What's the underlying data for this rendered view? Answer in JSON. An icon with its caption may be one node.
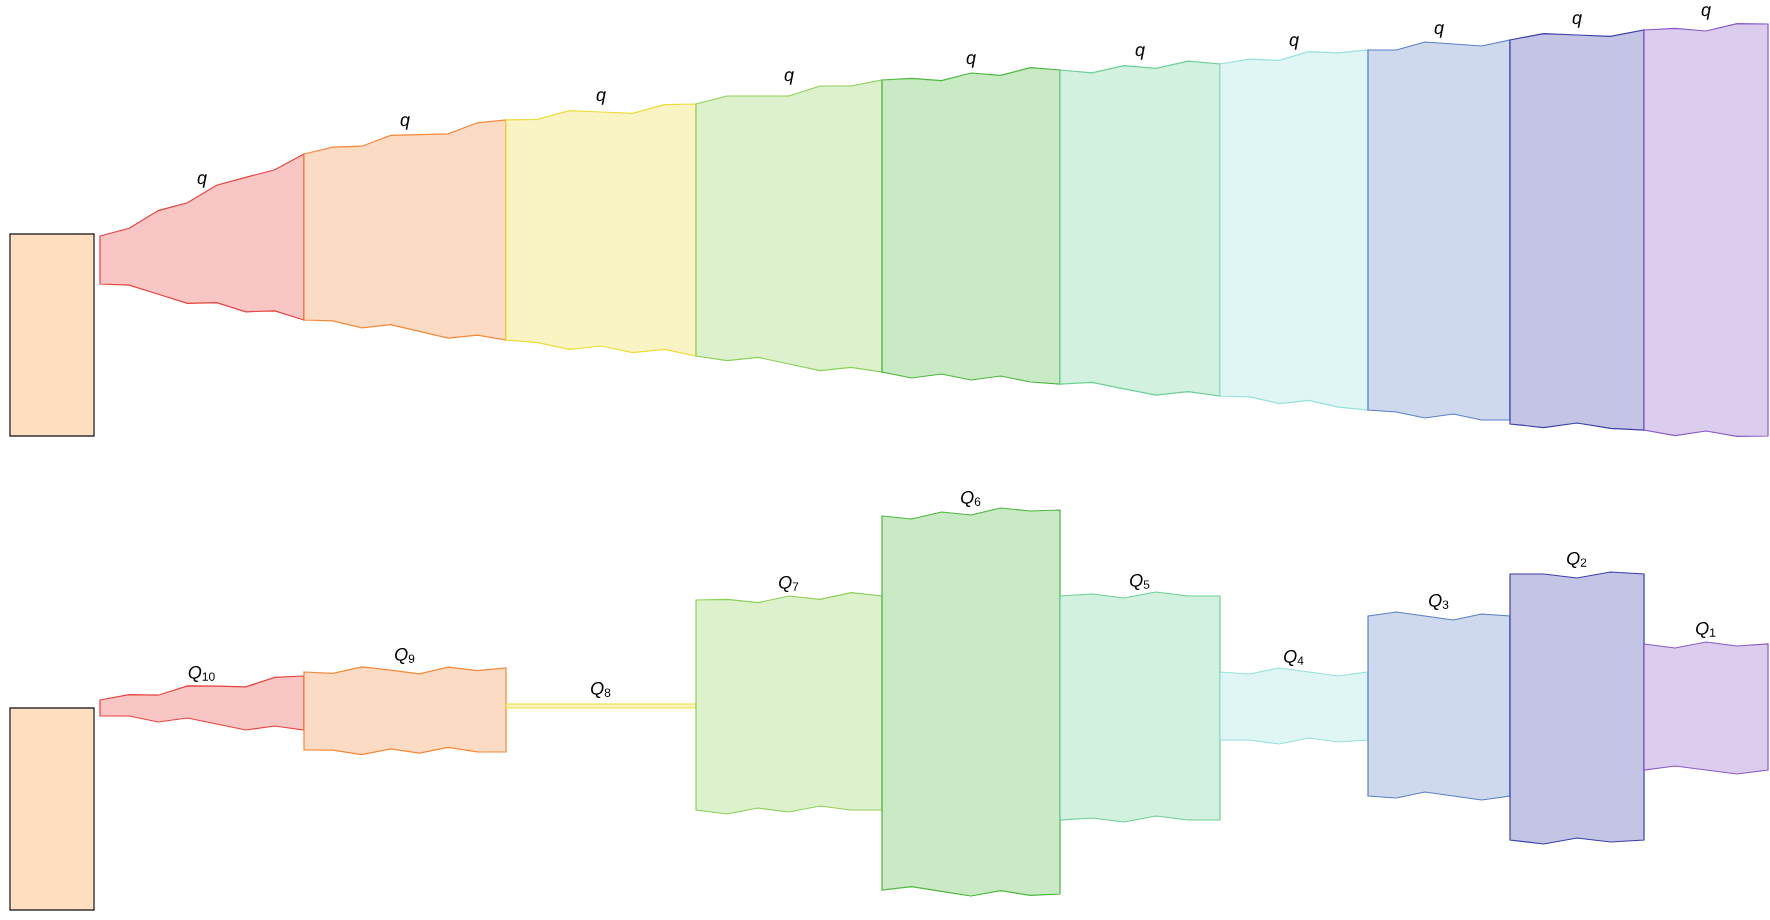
{
  "diagram": {
    "nodes": [
      {
        "text": [],
        "shape": "box"
      },
      {
        "text": [
          "q"
        ]
      },
      {
        "text": [
          "q"
        ]
      },
      {
        "text": [
          "q"
        ]
      },
      {
        "text": [
          "q"
        ]
      },
      {
        "text": [
          "q"
        ]
      },
      {
        "text": [
          "q"
        ]
      },
      {
        "text": [
          "q"
        ]
      },
      {
        "text": [
          "q"
        ]
      },
      {
        "text": [
          "q"
        ]
      },
      {
        "text": [
          "q"
        ]
      },
      {
        "text": [],
        "shape": "box"
      },
      {
        "text": [
          "*Q*$_{10}$"
        ]
      },
      {
        "text": [
          "*Q*$_{9}$"
        ]
      },
      {
        "text": [
          "*Q*$_{8}$"
        ]
      },
      {
        "text": [
          "*Q*$_{7}$"
        ]
      },
      {
        "text": [
          "*Q*$_{6}$"
        ]
      },
      {
        "text": [
          "*Q*$_{5}$"
        ]
      },
      {
        "text": [
          "*Q*$_{4}$"
        ]
      },
      {
        "text": [
          "*Q*$_{3}$"
        ]
      },
      {
        "text": [
          "*Q*$_{2}$"
        ]
      },
      {
        "text": [
          "*Q*$_{1}$"
        ]
      }
    ]
  }
}
